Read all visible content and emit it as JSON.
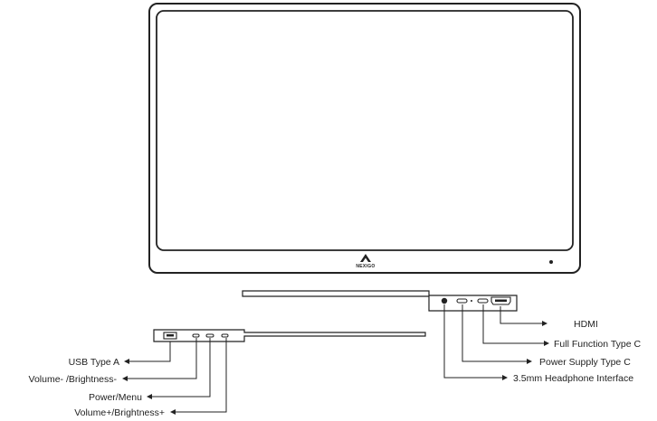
{
  "brand": {
    "logo_text": "NEXIGO"
  },
  "colors": {
    "line": "#222222",
    "background": "#ffffff"
  },
  "labels": {
    "hdmi": "HDMI",
    "full_function_type_c": "Full Function Type C",
    "power_supply_type_c": "Power Supply Type C",
    "headphone": "3.5mm Headphone Interface",
    "usb_type_a": "USB Type A",
    "volume_minus": "Volume- /Brightness-",
    "power_menu": "Power/Menu",
    "volume_plus": "Volume+/Brightness+"
  }
}
